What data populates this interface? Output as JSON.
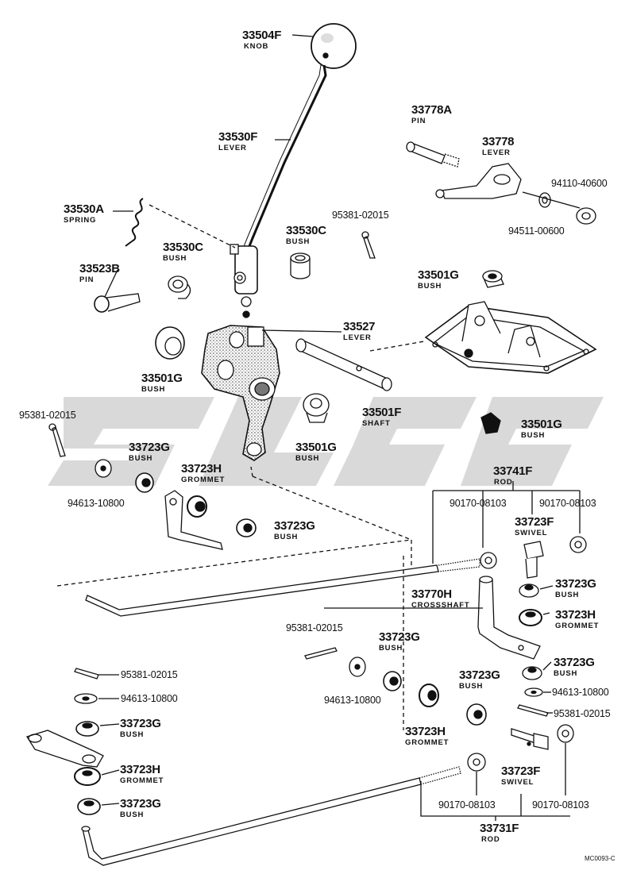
{
  "diagram_code": "MC0093-C",
  "parts": {
    "knob": {
      "number": "33504F",
      "name": "KNOB"
    },
    "lever_main": {
      "number": "33530F",
      "name": "LEVER"
    },
    "pin_top": {
      "number": "33778A",
      "name": "PIN"
    },
    "lever_top": {
      "number": "33778",
      "name": "LEVER"
    },
    "screw_94110": {
      "number": "94110-40600"
    },
    "washer_94511": {
      "number": "94511-00600"
    },
    "spring": {
      "number": "33530A",
      "name": "SPRING"
    },
    "cotter_top": {
      "number": "95381-02015"
    },
    "bush_33530c_left": {
      "number": "33530C",
      "name": "BUSH"
    },
    "bush_33530c_right": {
      "number": "33530C",
      "name": "BUSH"
    },
    "pin_33523b": {
      "number": "33523B",
      "name": "PIN"
    },
    "bush_33501g_top": {
      "number": "33501G",
      "name": "BUSH"
    },
    "lever_33527": {
      "number": "33527",
      "name": "LEVER"
    },
    "bush_33501g_left": {
      "number": "33501G",
      "name": "BUSH"
    },
    "shaft_33501f": {
      "number": "33501F",
      "name": "SHAFT"
    },
    "bush_33501g_mid": {
      "number": "33501G",
      "name": "BUSH"
    },
    "bush_33501g_right": {
      "number": "33501G",
      "name": "BUSH"
    },
    "cotter_left": {
      "number": "95381-02015"
    },
    "bush_33723g_a": {
      "number": "33723G",
      "name": "BUSH"
    },
    "grommet_a": {
      "number": "33723H",
      "name": "GROMMET"
    },
    "washer_left": {
      "number": "94613-10800"
    },
    "bush_33723g_b": {
      "number": "33723G",
      "name": "BUSH"
    },
    "rod_33741f": {
      "number": "33741F",
      "name": "ROD"
    },
    "nut_90170_a": {
      "number": "90170-08103"
    },
    "nut_90170_b": {
      "number": "90170-08103"
    },
    "swivel_a": {
      "number": "33723F",
      "name": "SWIVEL"
    },
    "bush_33723g_c": {
      "number": "33723G",
      "name": "BUSH"
    },
    "crossshaft": {
      "number": "33770H",
      "name": "CROSSSHAFT"
    },
    "grommet_b": {
      "number": "33723H",
      "name": "GROMMET"
    },
    "cotter_mid": {
      "number": "95381-02015"
    },
    "bush_33723g_d": {
      "number": "33723G",
      "name": "BUSH"
    },
    "washer_mid": {
      "number": "94613-10800"
    },
    "grommet_c": {
      "number": "33723H",
      "name": "GROMMET"
    },
    "bush_33723g_e": {
      "number": "33723G",
      "name": "BUSH"
    },
    "bush_33723g_f": {
      "number": "33723G",
      "name": "BUSH"
    },
    "washer_right": {
      "number": "94613-10800"
    },
    "cotter_right": {
      "number": "95381-02015"
    },
    "cotter_ll": {
      "number": "95381-02015"
    },
    "washer_ll": {
      "number": "94613-10800"
    },
    "bush_33723g_g": {
      "number": "33723G",
      "name": "BUSH"
    },
    "grommet_d": {
      "number": "33723H",
      "name": "GROMMET"
    },
    "bush_33723g_h": {
      "number": "33723G",
      "name": "BUSH"
    },
    "swivel_b": {
      "number": "33723F",
      "name": "SWIVEL"
    },
    "nut_90170_c": {
      "number": "90170-08103"
    },
    "nut_90170_d": {
      "number": "90170-08103"
    },
    "rod_33731f": {
      "number": "33731F",
      "name": "ROD"
    }
  },
  "colors": {
    "ink": "#111111",
    "watermark": "#d6d6d6",
    "stipple": "#555555"
  }
}
